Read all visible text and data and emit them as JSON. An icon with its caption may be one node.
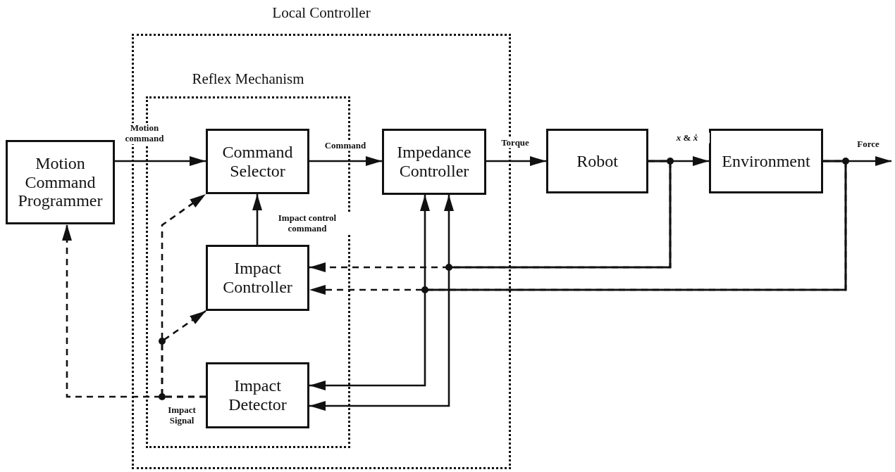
{
  "diagram": {
    "nodes": [
      {
        "text": [
          "Local Controller"
        ]
      },
      {
        "text": [
          "Reflex Mechanism"
        ],
        "in": 0
      },
      {
        "text": [
          "Motion Command Programmer"
        ]
      },
      {
        "text": [
          "Command Selector"
        ],
        "in": 1
      },
      {
        "text": [
          "Impact Controller"
        ],
        "in": 1
      },
      {
        "text": [
          "Impact Detector"
        ],
        "in": 1
      },
      {
        "text": [
          "Impedance Controller"
        ],
        "in": 0
      },
      {
        "text": [
          "Robot"
        ]
      },
      {
        "text": [
          "Environment"
        ]
      }
    ],
    "edges": [
      {
        "from": 2,
        "to": 3,
        "arrow": "to",
        "label": "Motion command"
      },
      {
        "from": 3,
        "to": 6,
        "arrow": "to",
        "label": "Command"
      },
      {
        "from": 6,
        "to": 7,
        "arrow": "to",
        "label": "Torque"
      },
      {
        "from": 7,
        "to": 8,
        "arrow": "to",
        "label": "*x* & *ẋ*"
      },
      {
        "from": 8,
        "to": null,
        "arrow": "to",
        "label": "Force"
      },
      {
        "from": 4,
        "to": 3,
        "arrow": "to",
        "label": "Impact control command"
      },
      {
        "from": 7,
        "to": 4,
        "arrow": "to",
        "style": "dashed"
      },
      {
        "from": 8,
        "to": 4,
        "arrow": "to",
        "style": "dashed"
      },
      {
        "from": 8,
        "to": 6,
        "arrow": "to"
      },
      {
        "from": 7,
        "to": 6,
        "arrow": "to"
      },
      {
        "from": 8,
        "to": 5,
        "arrow": "to"
      },
      {
        "from": 7,
        "to": 5,
        "arrow": "to"
      },
      {
        "from": 5,
        "to": 2,
        "arrow": "to",
        "style": "dashed",
        "label": "Impact Signal"
      },
      {
        "from": 5,
        "to": 4,
        "arrow": "to",
        "style": "dashed"
      },
      {
        "from": 5,
        "to": 3,
        "arrow": "to",
        "style": "dashed"
      }
    ]
  }
}
